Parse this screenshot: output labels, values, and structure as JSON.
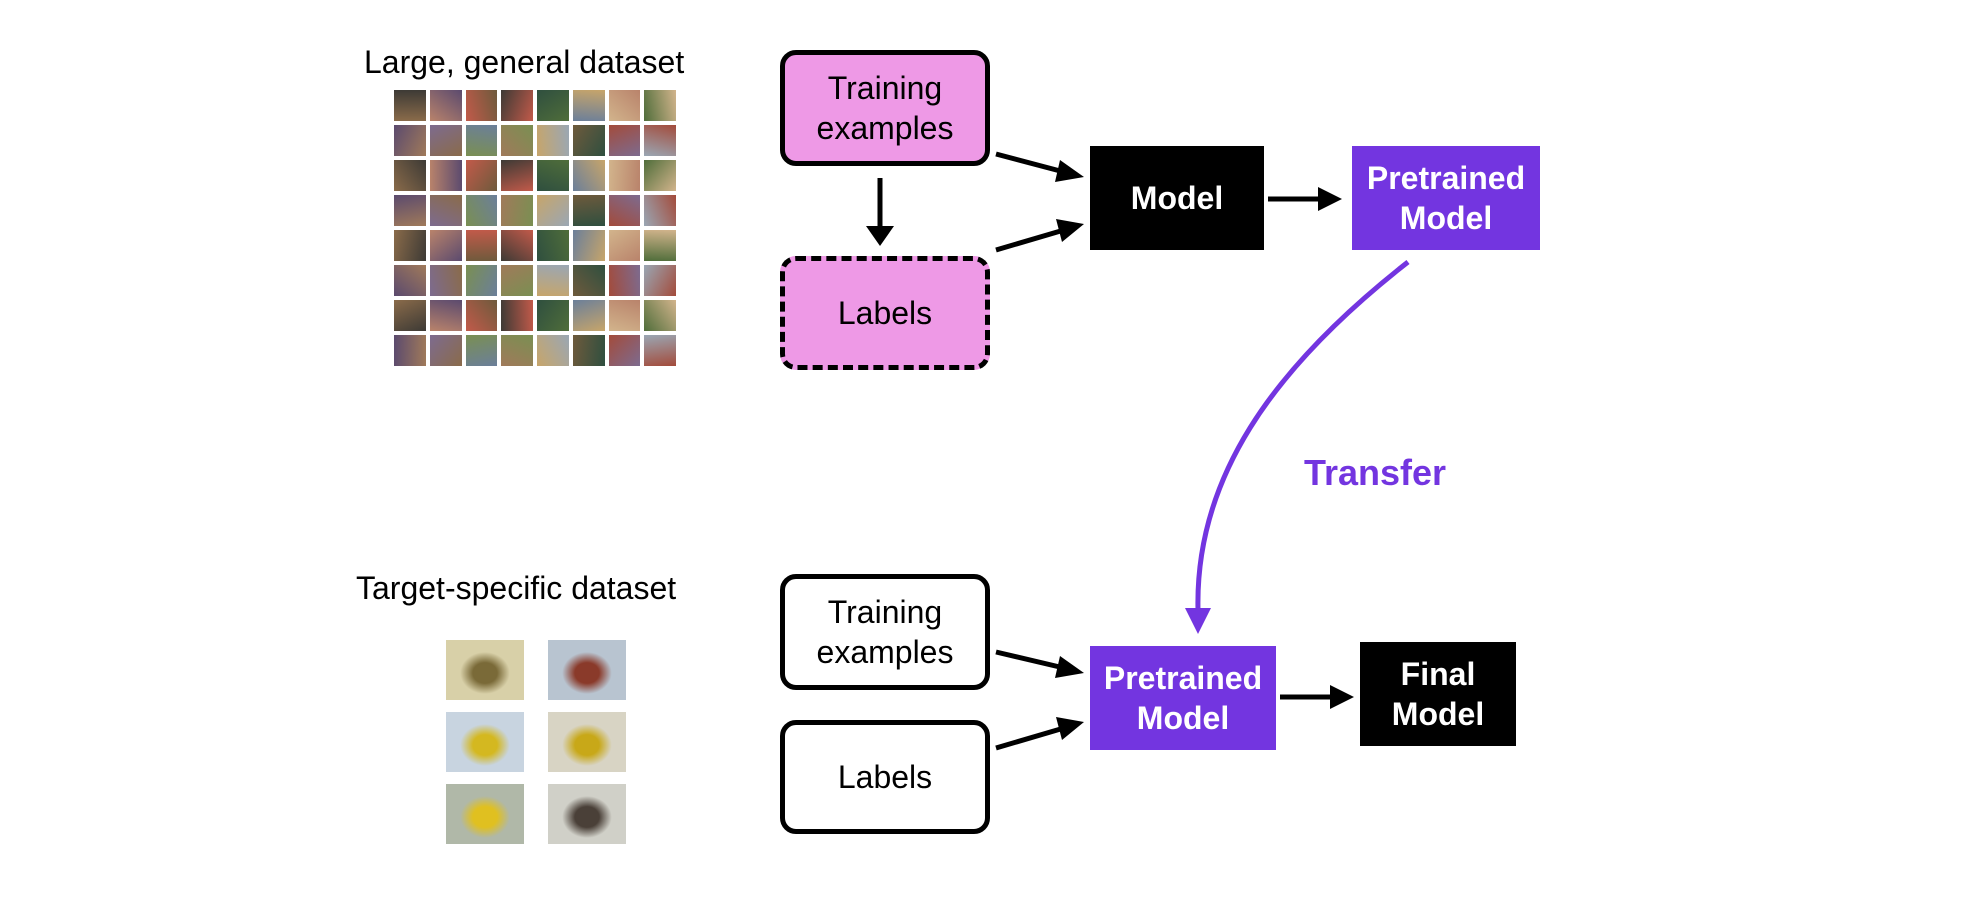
{
  "top_section": {
    "dataset_title": "Large, general dataset",
    "training_examples": "Training\nexamples",
    "labels": "Labels",
    "model": "Model",
    "pretrained_model": "Pretrained\nModel"
  },
  "transfer": {
    "label": "Transfer",
    "color": "#7335e0"
  },
  "bottom_section": {
    "dataset_title": "Target-specific dataset",
    "training_examples": "Training\nexamples",
    "labels": "Labels",
    "pretrained_model": "Pretrained\nModel",
    "final_model": "Final\nModel"
  },
  "colors": {
    "pink": "#ee99e6",
    "purple": "#7335e0",
    "black": "#000000"
  }
}
